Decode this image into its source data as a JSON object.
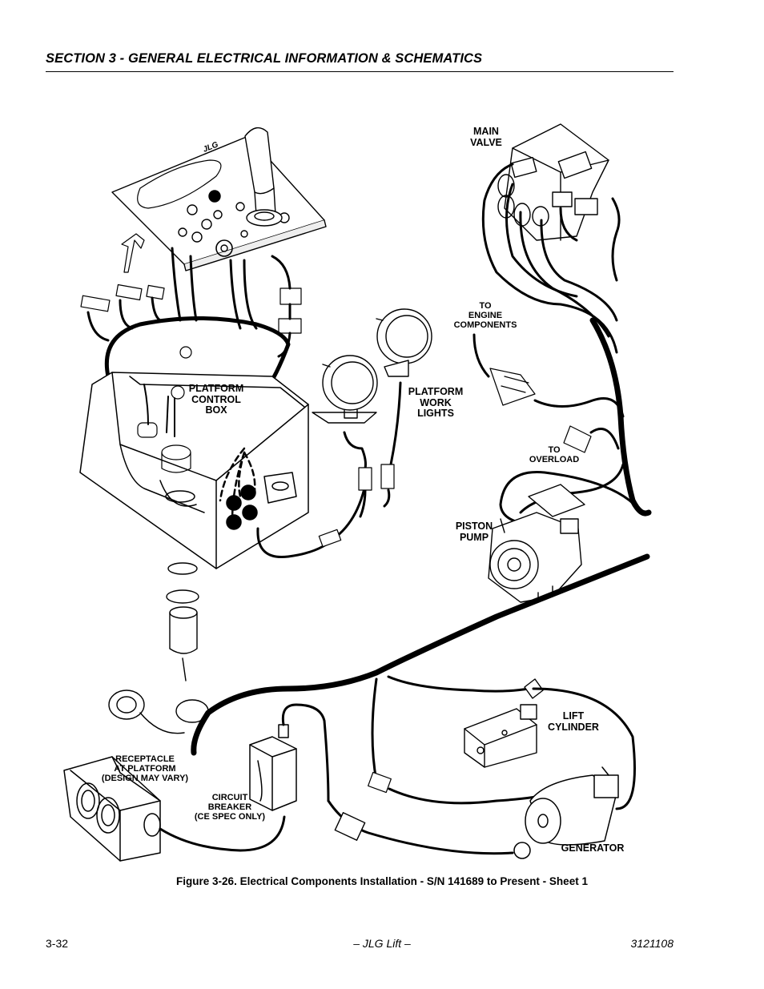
{
  "header": {
    "section_title": "SECTION 3 - GENERAL ELECTRICAL INFORMATION & SCHEMATICS"
  },
  "figure": {
    "labels": {
      "main_valve": "MAIN\nVALVE",
      "to_engine": "TO\nENGINE\nCOMPONENTS",
      "platform_control_box": "PLATFORM\nCONTROL\nBOX",
      "platform_work_lights": "PLATFORM\nWORK\nLIGHTS",
      "to_overload": "TO\nOVERLOAD",
      "piston_pump": "PISTON\nPUMP",
      "lift_cylinder": "LIFT\nCYLINDER",
      "receptacle": "RECEPTACLE\nAT PLATFORM\n(DESIGN MAY VARY)",
      "circuit_breaker": "CIRCUIT\nBREAKER\n(CE SPEC ONLY)",
      "generator": "GENERATOR",
      "jlg_logo": "JLG"
    },
    "caption": "Figure 3-26.  Electrical Components Installation - S/N 141689 to Present - Sheet 1"
  },
  "footer": {
    "page_number": "3-32",
    "center": "– JLG Lift –",
    "doc_number": "3121108"
  }
}
